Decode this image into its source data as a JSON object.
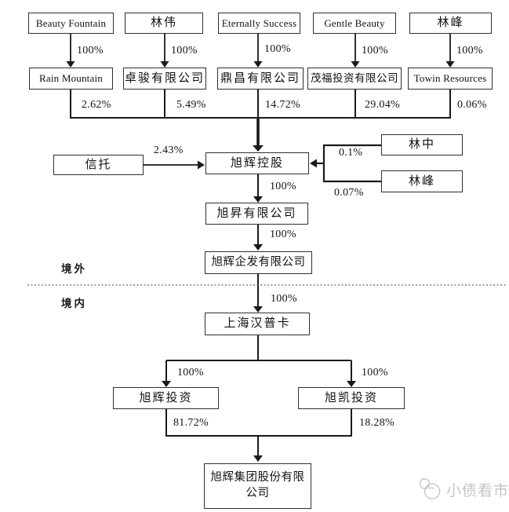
{
  "nodes": {
    "beauty_fountain": "Beauty Fountain",
    "lin_wei": "林伟",
    "eternally_success": "Eternally Success",
    "gentle_beauty": "Gentle Beauty",
    "lin_feng_top": "林峰",
    "rain_mountain": "Rain Mountain",
    "zhuo_jun": "卓骏有限公司",
    "ding_chang": "鼎昌有限公司",
    "mao_fu": "茂福投资有限公司",
    "towin": "Towin Resources",
    "trust": "信托",
    "cifi_holdings": "旭辉控股",
    "lin_zhong": "林中",
    "lin_feng": "林峰",
    "xu_sheng": "旭昇有限公司",
    "cifi_qifa": "旭辉企发有限公司",
    "shanghai_hanpuka": "上海汉普卡",
    "cifi_investment": "旭辉投资",
    "xu_kai_investment": "旭凯投资",
    "cifi_group": "旭辉集团股份有限公司"
  },
  "pct": {
    "p100": "100%",
    "rain_mountain": "2.62%",
    "zhuo_jun": "5.49%",
    "ding_chang": "14.72%",
    "mao_fu": "29.04%",
    "towin": "0.06%",
    "trust": "2.43%",
    "lin_zhong": "0.1%",
    "lin_feng": "0.07%",
    "cifi_investment": "81.72%",
    "xu_kai_investment": "18.28%"
  },
  "regions": {
    "offshore": "境外",
    "onshore": "境内"
  },
  "watermark": {
    "text": "小债看市"
  },
  "colors": {
    "line": "#1a1a1a",
    "border": "#2f2f2f",
    "watermark": "#c6c6c6"
  }
}
